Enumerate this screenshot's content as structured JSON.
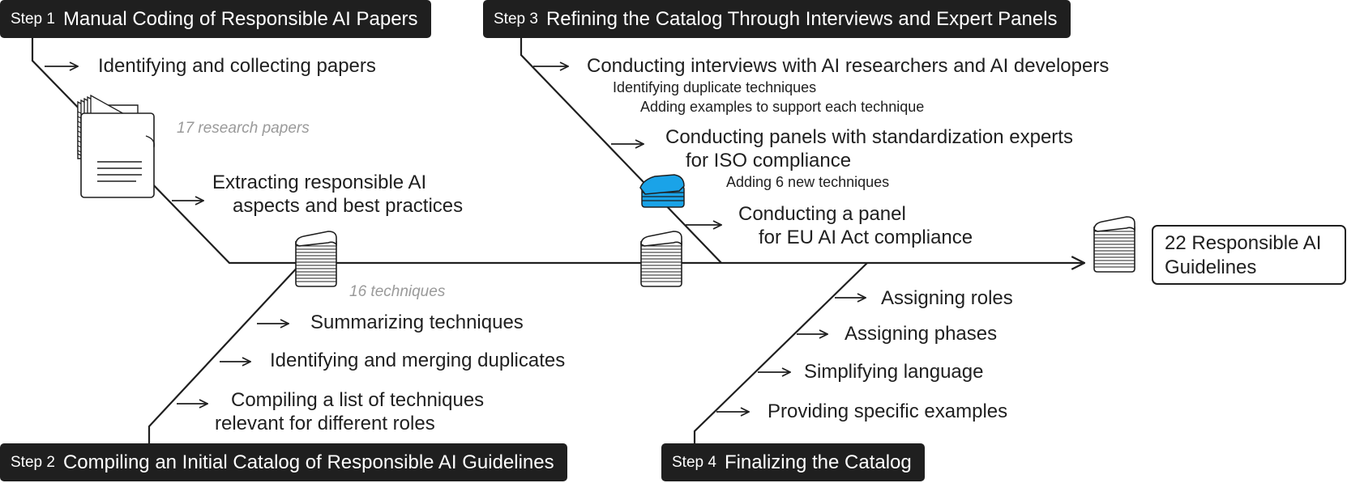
{
  "steps": {
    "s1": {
      "num": "Step 1",
      "title": "Manual Coding of Responsible AI Papers"
    },
    "s2": {
      "num": "Step 2",
      "title": "Compiling an Initial Catalog of Responsible AI Guidelines"
    },
    "s3": {
      "num": "Step 3",
      "title": "Refining the Catalog Through Interviews and Expert Panels"
    },
    "s4": {
      "num": "Step 4",
      "title": "Finalizing the Catalog"
    }
  },
  "step1": {
    "identify": "Identifying and collecting papers",
    "papers_note": "17 research papers",
    "extract_line1": "Extracting responsible AI",
    "extract_line2": "aspects and best practices"
  },
  "step2": {
    "techniques_note": "16 techniques",
    "summarize": "Summarizing techniques",
    "merge": "Identifying and merging duplicates",
    "compile_line1": "Compiling a list of techniques",
    "compile_line2": "relevant for different roles"
  },
  "step3": {
    "interviews": "Conducting interviews with AI researchers and AI developers",
    "dup": "Identifying duplicate techniques",
    "examples": "Adding examples to support each technique",
    "iso_line1": "Conducting panels with standardization experts",
    "iso_line2": "for ISO compliance",
    "new_tech": "Adding 6 new techniques",
    "eu_line1": "Conducting a panel",
    "eu_line2": "for EU AI Act compliance"
  },
  "step4": {
    "roles": "Assigning roles",
    "phases": "Assigning phases",
    "language": "Simplifying language",
    "specific": "Providing specific examples"
  },
  "result": {
    "label": "22 Responsible AI Guidelines"
  },
  "colors": {
    "ink": "#1f1f1f",
    "accent": "#1aa3e8",
    "note": "#9a9a9a"
  }
}
